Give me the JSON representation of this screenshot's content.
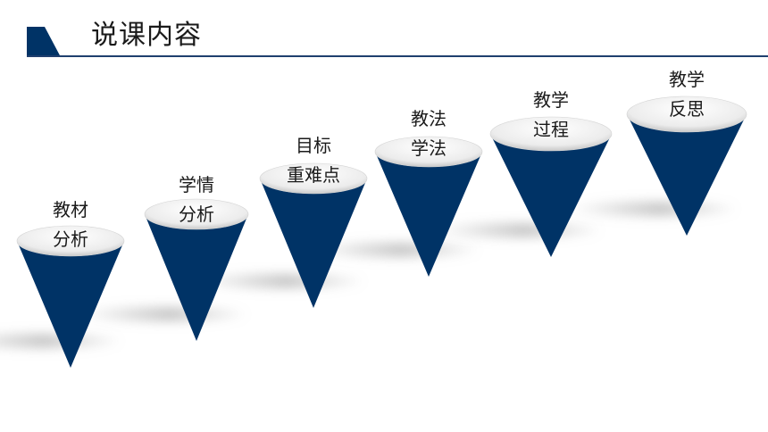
{
  "header": {
    "title": "说课内容"
  },
  "colors": {
    "accent": "#003366",
    "rule": "#1f3f6e"
  },
  "cones": [
    {
      "lines": [
        "教材",
        "分析"
      ]
    },
    {
      "lines": [
        "学情",
        "分析"
      ]
    },
    {
      "lines": [
        "目标",
        "重难点"
      ]
    },
    {
      "lines": [
        "教法",
        "学法"
      ]
    },
    {
      "lines": [
        "教学",
        "过程"
      ]
    },
    {
      "lines": [
        "教学",
        "反思"
      ]
    }
  ]
}
